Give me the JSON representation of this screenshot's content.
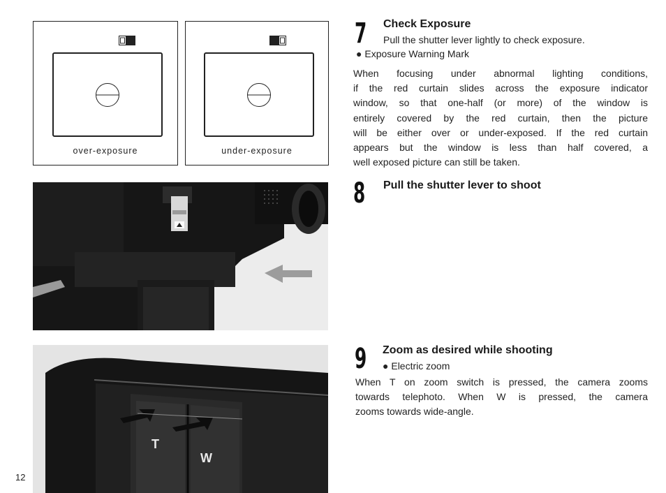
{
  "diagrams": {
    "over": {
      "caption": "over-exposure",
      "mark_icon": "exposure-warning-mark-icon"
    },
    "under": {
      "caption": "under-exposure",
      "mark_icon": "exposure-warning-mark-icon"
    }
  },
  "photos": {
    "shutter": {
      "subject": "camera-shutter-lever-photo"
    },
    "zoom": {
      "subject": "camera-zoom-switch-photo",
      "label_t": "T",
      "label_w": "W"
    }
  },
  "steps": [
    {
      "number": "7",
      "heading": "Check Exposure",
      "subline": "Pull the shutter lever lightly to check exposure.",
      "bullet": "Exposure Warning Mark",
      "lines": [
        "When focusing under abnormal lighting conditions,",
        "if the red curtain slides across the exposure indicator",
        "window, so that one-half (or more) of the window is",
        "entirely covered by the red curtain, then the picture",
        "will be either over or under-exposed. If the red curtain",
        "appears but the window is less than half covered, a"
      ],
      "last_line": "well exposed picture can still be taken."
    },
    {
      "number": "8",
      "heading": "Pull the shutter lever to shoot"
    },
    {
      "number": "9",
      "heading": "Zoom as desired while shooting",
      "bullet": "Electric zoom",
      "lines": [
        "When T on zoom switch is pressed, the camera zooms",
        "towards telephoto. When W is pressed, the camera"
      ],
      "last_line": "zooms towards wide-angle."
    }
  ],
  "page_number": "12",
  "colors": {
    "ink": "#1e1e1e",
    "photo_dark": "#1a1a1a",
    "photo_light": "#e8e8e8"
  }
}
